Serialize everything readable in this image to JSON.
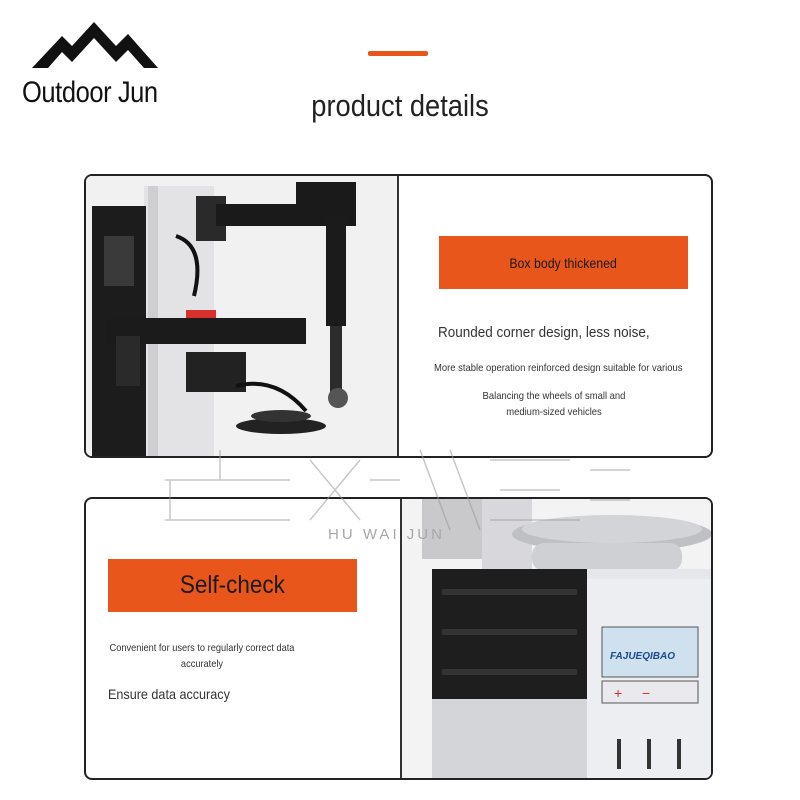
{
  "brand": {
    "name": "Outdoor Jun",
    "logo_icon": "mountain-icon"
  },
  "colors": {
    "accent": "#e8561b",
    "border": "#222222"
  },
  "header": {
    "title": "product details"
  },
  "panel1": {
    "badge": "Box body thickened",
    "headline": "Rounded corner design, less noise,",
    "line1": "More stable operation reinforced design suitable for various",
    "line2": "Balancing the wheels of small and",
    "line3": "medium-sized vehicles"
  },
  "panel2": {
    "badge": "Self-check",
    "line1": "Convenient for users to regularly correct data",
    "line2": "accurately",
    "line3": "Ensure data accuracy",
    "machine_label": "FAJUEQIBAO"
  },
  "watermark": {
    "latin": "HU WAI JUN"
  }
}
